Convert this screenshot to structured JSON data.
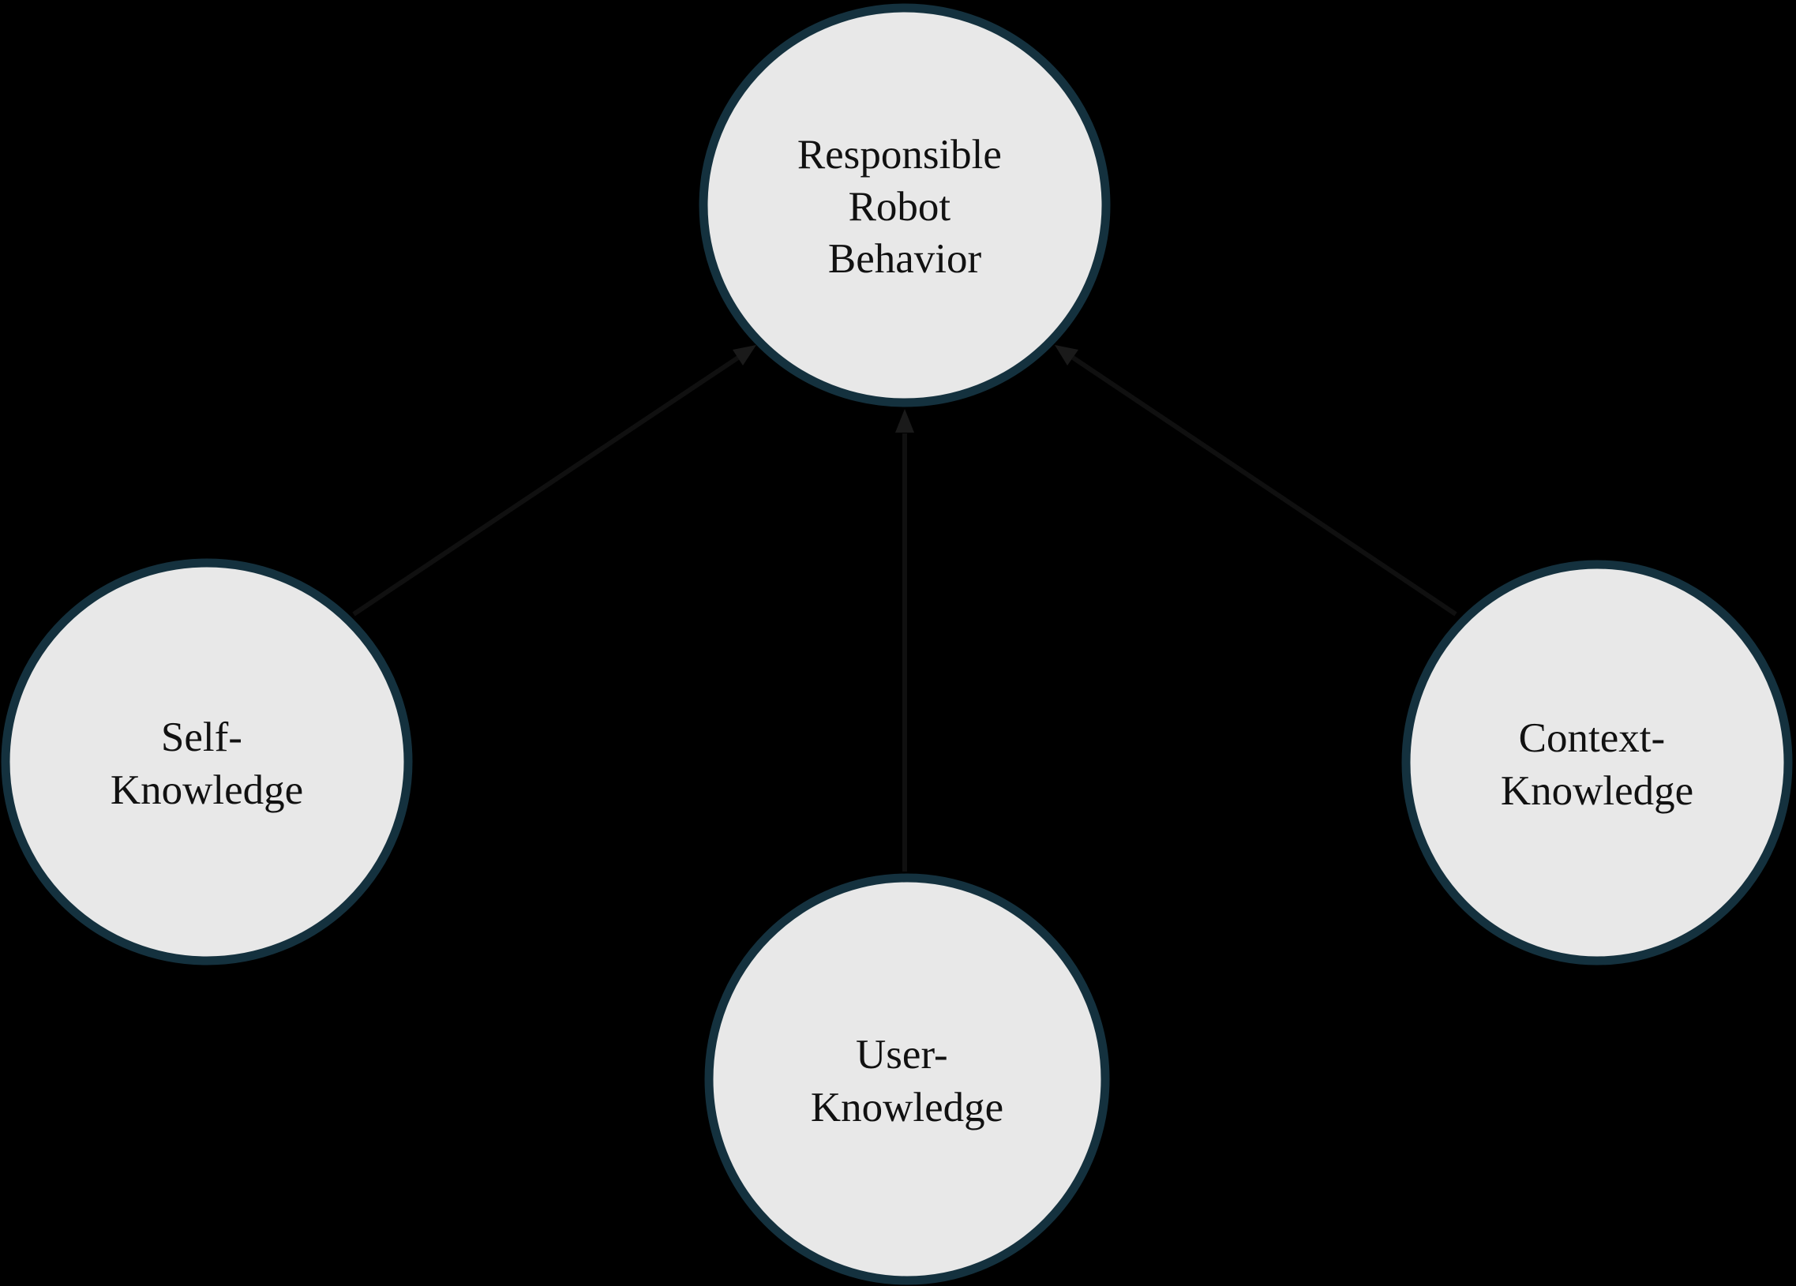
{
  "diagram": {
    "nodes": [
      {
        "id": "responsible-robot-behavior",
        "lines": [
          "Responsible",
          "Robot",
          "Behavior"
        ]
      },
      {
        "id": "self-knowledge",
        "lines": [
          "Self-",
          "Knowledge"
        ]
      },
      {
        "id": "context-knowledge",
        "lines": [
          "Context-",
          "Knowledge"
        ]
      },
      {
        "id": "user-knowledge",
        "lines": [
          "User-",
          "Knowledge"
        ]
      }
    ],
    "edges": [
      {
        "from": "self-knowledge",
        "to": "responsible-robot-behavior"
      },
      {
        "from": "user-knowledge",
        "to": "responsible-robot-behavior"
      },
      {
        "from": "context-knowledge",
        "to": "responsible-robot-behavior"
      }
    ],
    "colors": {
      "background": "#000000",
      "node_fill": "#e8e8e8",
      "node_stroke": "#14313e",
      "text": "#111111",
      "arrow": "#101010",
      "arrow_head": "#1a1a1a"
    }
  }
}
